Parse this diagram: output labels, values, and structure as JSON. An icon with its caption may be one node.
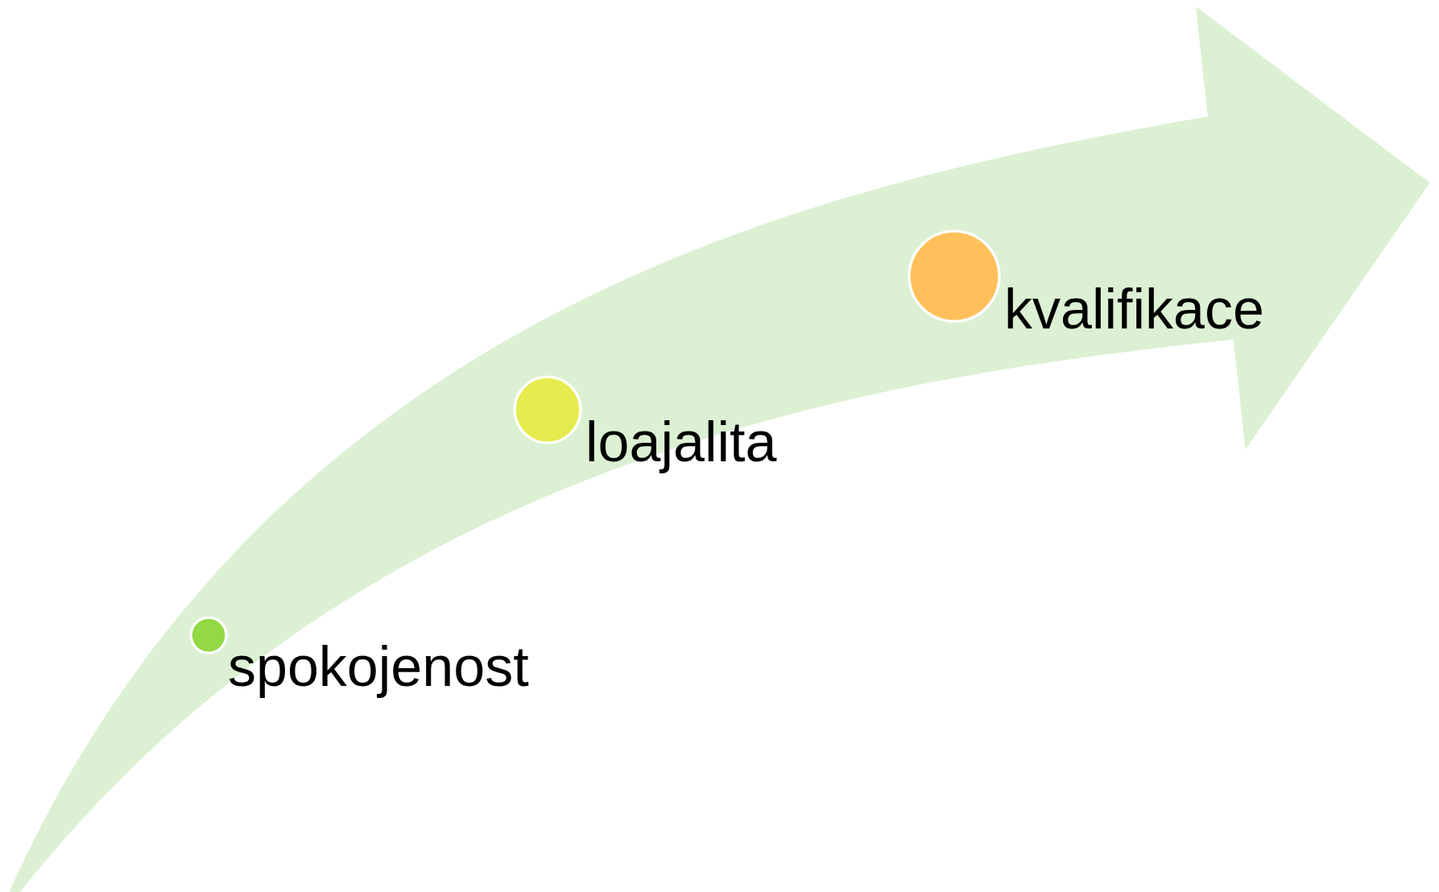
{
  "diagram": {
    "nodes": [
      {
        "text": [],
        "shape": "circle",
        "beside": [
          "spokojenost"
        ]
      },
      {
        "text": [],
        "shape": "circle",
        "beside": [
          "loajalita"
        ]
      },
      {
        "text": [],
        "shape": "circle",
        "beside": [
          "kvalifikace"
        ]
      }
    ]
  }
}
